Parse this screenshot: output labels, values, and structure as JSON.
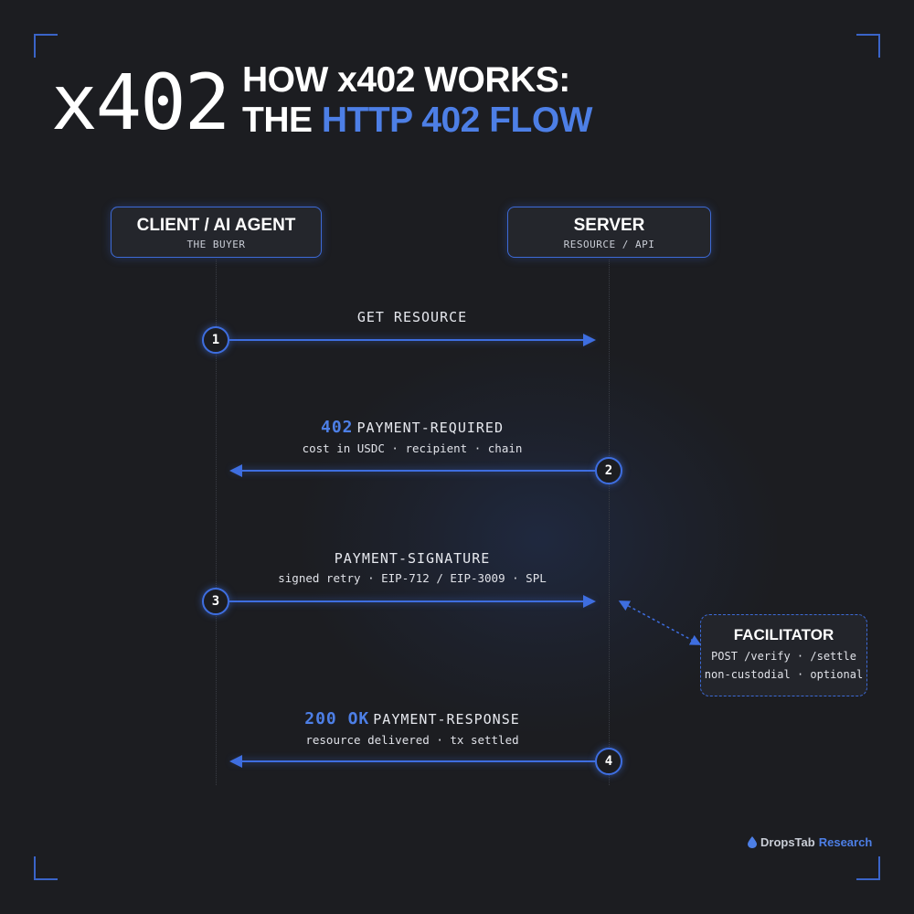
{
  "logo": "x402",
  "title": {
    "line1": "HOW x402 WORKS:",
    "line2_prefix": "THE",
    "line2_accent": "HTTP 402 FLOW"
  },
  "actors": {
    "client": {
      "name": "CLIENT / AI AGENT",
      "role": "THE BUYER"
    },
    "server": {
      "name": "SERVER",
      "role": "RESOURCE / API"
    }
  },
  "steps": [
    {
      "number": "1",
      "direction": "client-to-server",
      "code": "",
      "label": "GET RESOURCE",
      "detail": ""
    },
    {
      "number": "2",
      "direction": "server-to-client",
      "code": "402",
      "label": "PAYMENT-REQUIRED",
      "detail": "cost in USDC · recipient · chain"
    },
    {
      "number": "3",
      "direction": "client-to-server",
      "code": "",
      "label": "PAYMENT-SIGNATURE",
      "detail": "signed retry · EIP-712 / EIP-3009 · SPL"
    },
    {
      "number": "4",
      "direction": "server-to-client",
      "code": "200 OK",
      "label": "PAYMENT-RESPONSE",
      "detail": "resource delivered · tx settled"
    }
  ],
  "facilitator": {
    "name": "FACILITATOR",
    "endpoints": "POST /verify · /settle",
    "properties": "non-custodial · optional"
  },
  "brand": {
    "name": "DropsTab",
    "suffix": "Research"
  },
  "colors": {
    "accent": "#4d7fe6",
    "line": "#3e6ee0",
    "background": "#1c1d21"
  }
}
